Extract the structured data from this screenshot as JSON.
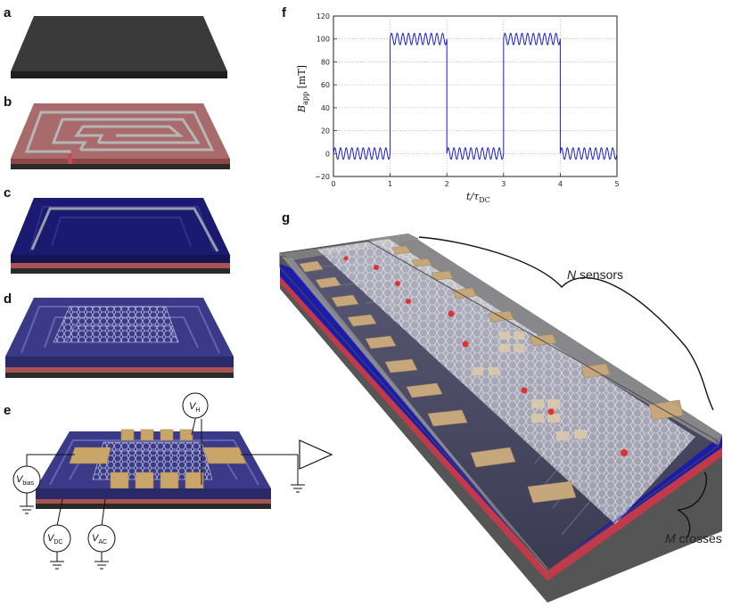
{
  "panels": {
    "a": "a",
    "b": "b",
    "c": "c",
    "d": "d",
    "e": "e",
    "f": "f",
    "g": "g"
  },
  "circuit": {
    "vh": {
      "main": "V",
      "sub": "H"
    },
    "vbias": {
      "main": "V",
      "sub": "bias"
    },
    "vdc": {
      "main": "V",
      "sub": "DC"
    },
    "vac": {
      "main": "V",
      "sub": "AC"
    }
  },
  "annotations": {
    "n_sensors": {
      "var": "N",
      "text": " sensors"
    },
    "m_crosses": {
      "var": "M",
      "text": " crosses"
    }
  },
  "colors": {
    "substrate": "#333333",
    "coil_layer": "#a86a6a",
    "insulator": "#1a1a70",
    "gold": "#c9a56a",
    "signal": "#1c1cd0"
  },
  "chart_data": {
    "type": "line",
    "xlabel": {
      "main": "t/τ",
      "sub": "DC"
    },
    "ylabel": {
      "main": "B",
      "sub": "app",
      "unit": "[mT]"
    },
    "xlim": [
      0,
      5
    ],
    "ylim": [
      -20,
      120
    ],
    "xticks": [
      "0",
      "1",
      "2",
      "3",
      "4",
      "5"
    ],
    "yticks": [
      "−20",
      "0",
      "20",
      "40",
      "60",
      "80",
      "100",
      "120"
    ],
    "grid": true,
    "series": [
      {
        "segments": [
          {
            "x0": 0,
            "x1": 1,
            "level": 0
          },
          {
            "x0": 1,
            "x1": 2,
            "level": 100
          },
          {
            "x0": 2,
            "x1": 3,
            "level": 0
          },
          {
            "x0": 3,
            "x1": 4,
            "level": 100
          },
          {
            "x0": 4,
            "x1": 5,
            "level": 0
          }
        ],
        "ac_amplitude": 5,
        "ac_cycles_per_unit": 10,
        "color": "#1c1cd0"
      }
    ]
  }
}
